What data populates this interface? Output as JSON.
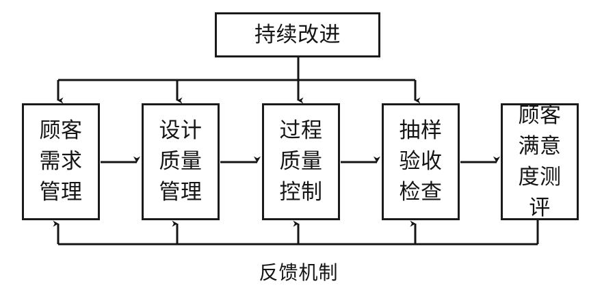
{
  "diagram": {
    "title_node": {
      "id": "continuous-improvement",
      "label": "持续改进"
    },
    "process_nodes": [
      {
        "id": "customer-requirement-management",
        "label": "顾客需求管理"
      },
      {
        "id": "design-quality-management",
        "label": "设计质量管理"
      },
      {
        "id": "process-quality-control",
        "label": "过程质量控制"
      },
      {
        "id": "sampling-acceptance-inspection",
        "label": "抽样验收检查"
      },
      {
        "id": "customer-satisfaction-evaluation",
        "label": "顾客满意度测评"
      }
    ],
    "footer_label": "反馈机制",
    "colors": {
      "stroke": "#1a1a1a",
      "text": "#141414",
      "background": "#ffffff"
    }
  }
}
